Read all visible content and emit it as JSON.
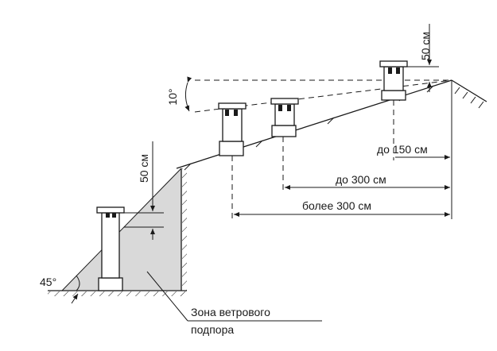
{
  "diagram": {
    "labels": {
      "height_top": "50 см",
      "angle_roof": "10°",
      "dist_150": "до 150 см",
      "dist_300": "до 300 см",
      "dist_more_300": "более 300 см",
      "height_left": "50 см",
      "angle_ground": "45°",
      "zone_line1": "Зона ветрового",
      "zone_line2": "подпора"
    },
    "colors": {
      "ink": "#1a1a1a",
      "zone_fill": "#d9d9d9",
      "background": "#ffffff"
    }
  }
}
